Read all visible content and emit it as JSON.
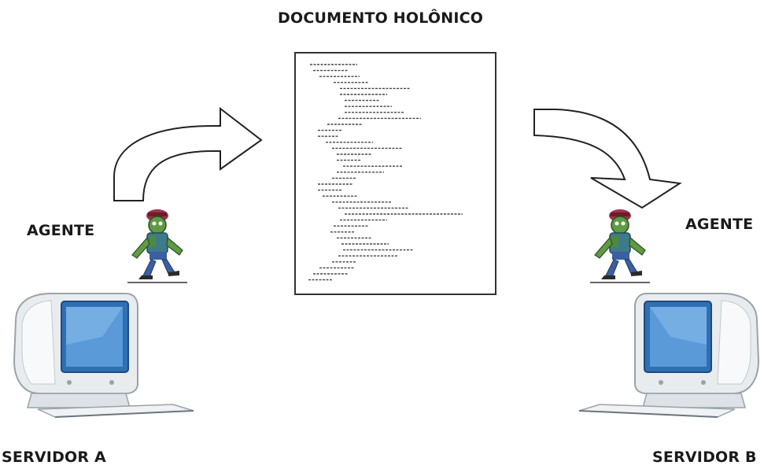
{
  "title": "DOCUMENTO HOLÔNICO",
  "agent_a": {
    "label": "AGENTE",
    "icon": "zombie-agent-icon"
  },
  "agent_b": {
    "label": "AGENTE",
    "icon": "zombie-agent-icon"
  },
  "server_a": {
    "label": "SERVIDOR A",
    "icon": "computer-icon"
  },
  "server_b": {
    "label": "SERVIDOR B",
    "icon": "computer-icon"
  },
  "document": {
    "icon": "document-icon"
  },
  "arrows": [
    {
      "from": "agent_a",
      "to": "document",
      "icon": "curved-arrow-icon"
    },
    {
      "from": "document",
      "to": "agent_b",
      "icon": "curved-arrow-icon"
    }
  ],
  "colors": {
    "text": "#1a1a1a",
    "screen_blue": "#2f6fb4",
    "monitor_body": "#e8ecef",
    "agent_green": "#4f8a3c",
    "agent_hat": "#a0324a"
  }
}
